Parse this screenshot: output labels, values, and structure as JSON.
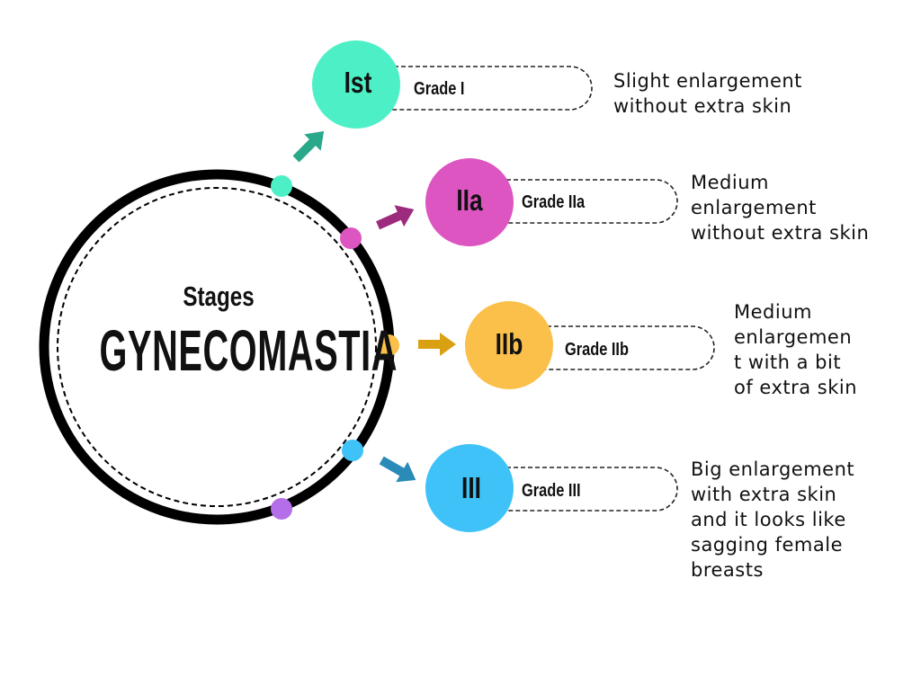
{
  "diagram": {
    "subtitle": "Stages",
    "title": "GYNECOMASTIA",
    "stages": [
      {
        "badge": "Ist",
        "grade": "Grade I",
        "description_lines": [
          "Slight enlargement",
          "without extra skin"
        ],
        "color": "#4df0c6",
        "arrow_color": "#2aa98a"
      },
      {
        "badge": "IIa",
        "grade": "Grade IIa",
        "description_lines": [
          "Medium",
          "enlargement",
          "without extra skin"
        ],
        "color": "#dd55c0",
        "arrow_color": "#9c2a7d"
      },
      {
        "badge": "IIb",
        "grade": "Grade IIb",
        "description_lines": [
          "Medium",
          "enlargemen",
          "t with a bit",
          "of extra skin"
        ],
        "color": "#fbc04a",
        "arrow_color": "#d9a012"
      },
      {
        "badge": "III",
        "grade": "Grade III",
        "description_lines": [
          "Big enlargement",
          "with extra skin",
          "and it looks like",
          "sagging female",
          "breasts"
        ],
        "color": "#3ec2f7",
        "arrow_color": "#2a8ab8"
      }
    ],
    "extra_dot_color": "#b36ee8"
  }
}
